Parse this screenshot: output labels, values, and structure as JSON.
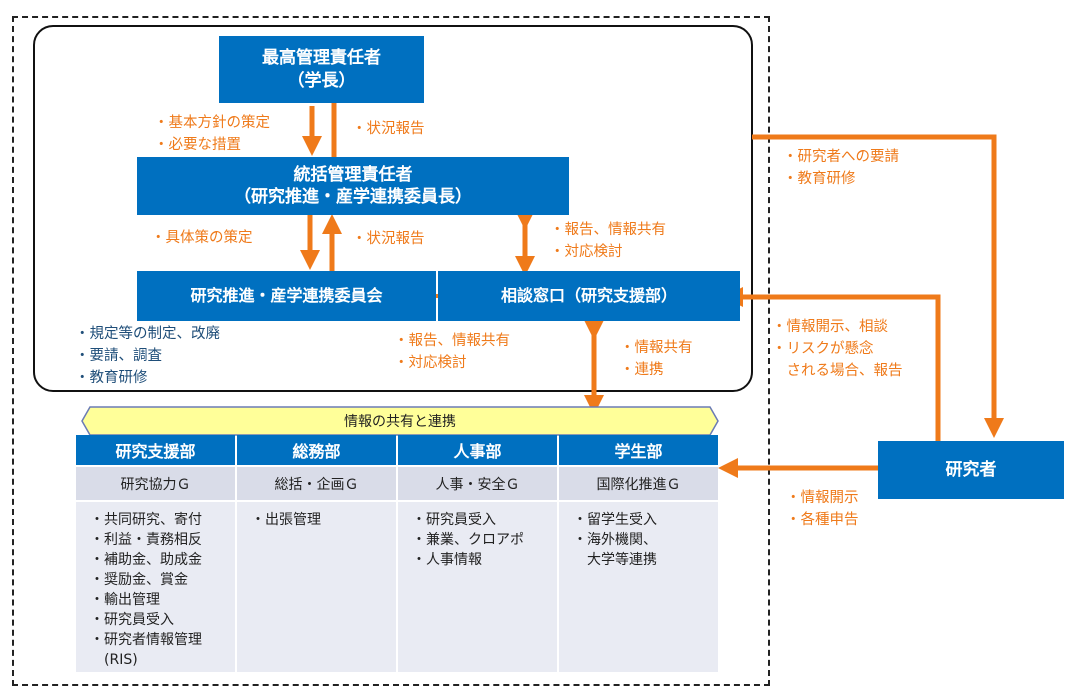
{
  "top": {
    "line1": "最高管理責任者",
    "line2": "（学長）"
  },
  "general": {
    "line1": "統括管理責任者",
    "line2": "（研究推進・産学連携委員長）"
  },
  "committee": "研究推進・産学連携委員会",
  "consult": "相談窓口（研究支援部）",
  "researcher": "研究者",
  "labels": {
    "top_down": [
      "・基本方針の策定",
      "・必要な措置"
    ],
    "top_up": [
      "・状況報告"
    ],
    "mid_down": [
      "・具体策の策定"
    ],
    "mid_up": [
      "・状況報告"
    ],
    "consult_link": [
      "・報告、情報共有",
      "・対応検討"
    ],
    "committee_tasks": [
      "・規定等の制定、改廃",
      "・要請、調査",
      "・教育研修"
    ],
    "committee_dept": [
      "・報告、情報共有",
      "・対応検討"
    ],
    "consult_dept": [
      "・情報共有",
      "・連携"
    ],
    "to_researcher": [
      "・研究者への要請",
      "・教育研修"
    ],
    "from_researcher": [
      "・情報開示、相談",
      "・リスクが懸念",
      "　される場合、報告"
    ],
    "researcher_dept": [
      "・情報開示",
      "・各種申告"
    ]
  },
  "banner": "情報の共有と連携",
  "departments": [
    {
      "name": "研究支援部",
      "group": "研究協力Ｇ",
      "items": [
        "・共同研究、寄付",
        "・利益・責務相反",
        "・補助金、助成金",
        "・奨励金、賞金",
        "・輸出管理",
        "・研究員受入",
        "・研究者情報管理",
        "　(RIS)"
      ]
    },
    {
      "name": "総務部",
      "group": "総括・企画Ｇ",
      "items": [
        "・出張管理"
      ]
    },
    {
      "name": "人事部",
      "group": "人事・安全Ｇ",
      "items": [
        "・研究員受入",
        "・兼業、クロアポ",
        "・人事情報"
      ]
    },
    {
      "name": "学生部",
      "group": "国際化推進Ｇ",
      "items": [
        "・留学生受入",
        "・海外機関、",
        "　大学等連携"
      ]
    }
  ],
  "colors": {
    "blue": "#0070c0",
    "orange": "#ef7a1a",
    "navy": "#1f4e79",
    "banner": "#ffff99"
  }
}
